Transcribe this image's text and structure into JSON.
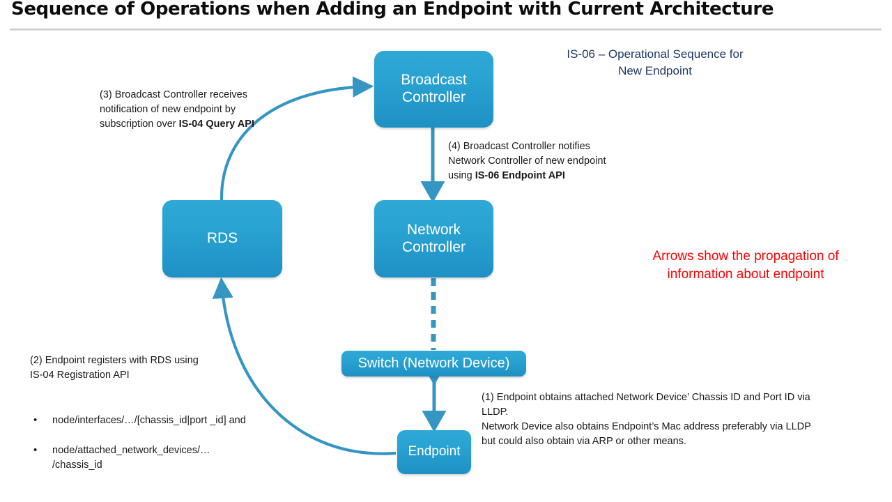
{
  "slide": {
    "title": "Sequence of Operations when Adding an Endpoint with Current Architecture",
    "heading": "IS-06 – Operational Sequence\nfor New Endpoint",
    "legend": "Arrows show the propagation of\ninformation about endpoint"
  },
  "nodes": {
    "broadcast_controller": "Broadcast\nController",
    "rds": "RDS",
    "network_controller": "Network\nController",
    "switch": "Switch (Network Device)",
    "endpoint": "Endpoint"
  },
  "notes": {
    "step1": "(1) Endpoint obtains attached Network Device’ Chassis ID and Port ID via\nLLDP.\nNetwork Device also obtains Endpoint’s Mac address preferably via LLDP\nbut could also obtain via ARP or other means.",
    "step2_lead": "(2) Endpoint registers with RDS using\nIS-04 Registration API",
    "step2_bullets": [
      "node/interfaces/…/[chassis_id|port _id]  and",
      "node/attached_network_devices/…\n/chassis_id"
    ],
    "step2_bullet_glyph": "•",
    "step3": "(3) Broadcast Controller receives\nnotification of new endpoint by\nsubscription over ",
    "step3_emphasis": "IS-04 Query API",
    "step4": "(4) Broadcast Controller notifies\nNetwork Controller of new endpoint\nusing ",
    "step4_emphasis": "IS-06 Endpoint API"
  },
  "colors": {
    "node_fill_top": "#2fa8d5",
    "node_fill_bottom": "#1f90c4",
    "arrow": "#3596c4",
    "heading_text": "#1f3864",
    "legend_text": "#ff0000",
    "title_text": "#0d0d0d"
  }
}
